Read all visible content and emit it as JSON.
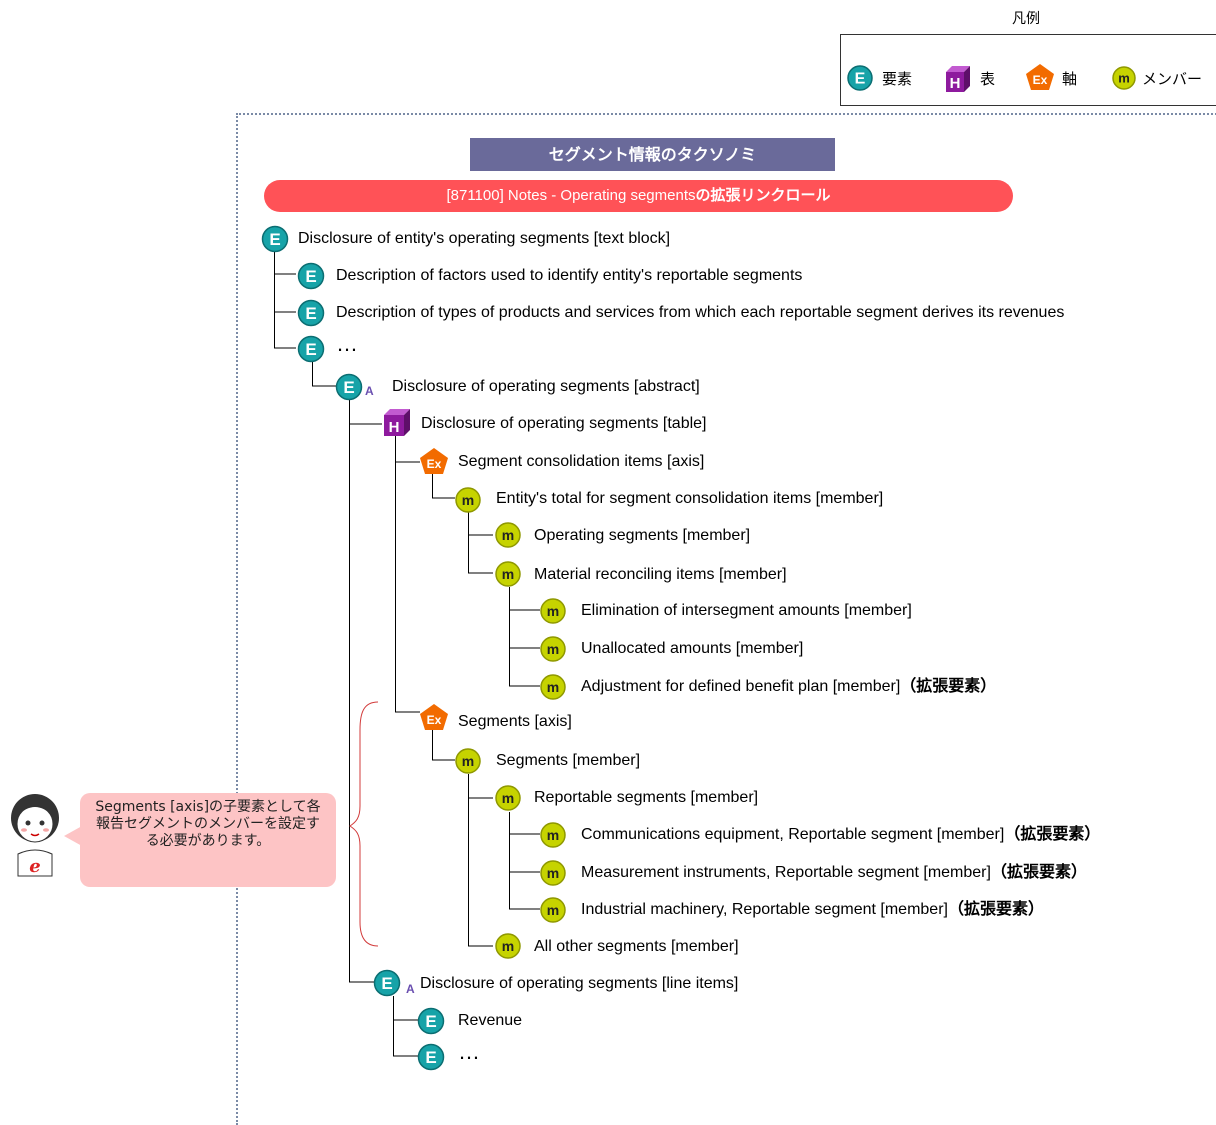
{
  "legend": {
    "title": "凡例",
    "items": [
      {
        "icon": "element-icon",
        "glyph": "E",
        "label": "要素"
      },
      {
        "icon": "table-icon",
        "glyph": "H",
        "label": "表"
      },
      {
        "icon": "axis-icon",
        "glyph": "Ex",
        "label": "軸"
      },
      {
        "icon": "member-icon",
        "glyph": "m",
        "label": "メンバー"
      }
    ]
  },
  "title": "セグメント情報のタクソノミ",
  "role": {
    "code_text": "[871100] Notes - Operating segments",
    "suffix": "の拡張リンクロール"
  },
  "tree": {
    "n1": "Disclosure of entity's operating segments [text block]",
    "n2": "Description of factors used to identify entity's reportable segments",
    "n3": "Description of types of products and services from which each reportable segment derives its revenues",
    "n4": "…",
    "n5": "Disclosure of operating segments [abstract]",
    "n5_sub": "A",
    "n6": "Disclosure of operating segments [table]",
    "n7": "Segment consolidation items [axis]",
    "n8": "Entity's total for segment consolidation items [member]",
    "n9": "Operating segments [member]",
    "n10": "Material reconciling items [member]",
    "n11": "Elimination of intersegment amounts [member]",
    "n12": "Unallocated amounts [member]",
    "n13": "Adjustment for defined benefit plan [member]",
    "n13_ext": "（拡張要素）",
    "n14": "Segments [axis]",
    "n15": "Segments [member]",
    "n16": "Reportable segments [member]",
    "n17": "Communications equipment, Reportable segment [member]",
    "n17_ext": "（拡張要素）",
    "n18": "Measurement instruments, Reportable segment [member]",
    "n18_ext": "（拡張要素）",
    "n19": "Industrial machinery, Reportable segment [member]",
    "n19_ext": "（拡張要素）",
    "n20": "All other segments [member]",
    "n21": "Disclosure of operating segments [line items]",
    "n21_sub": "A",
    "n22": "Revenue",
    "n23": "…"
  },
  "callout": {
    "text": "Segments [axis]の子要素として各報告セグメントのメンバーを設定する必要があります。"
  },
  "colors": {
    "element": "#17a3a8",
    "table": "#8e1a9e",
    "axis": "#f26b00",
    "member": "#c6d300",
    "role_bar": "#ff5257",
    "title_bar": "#6a6a9a",
    "callout": "#fdc4c5"
  }
}
